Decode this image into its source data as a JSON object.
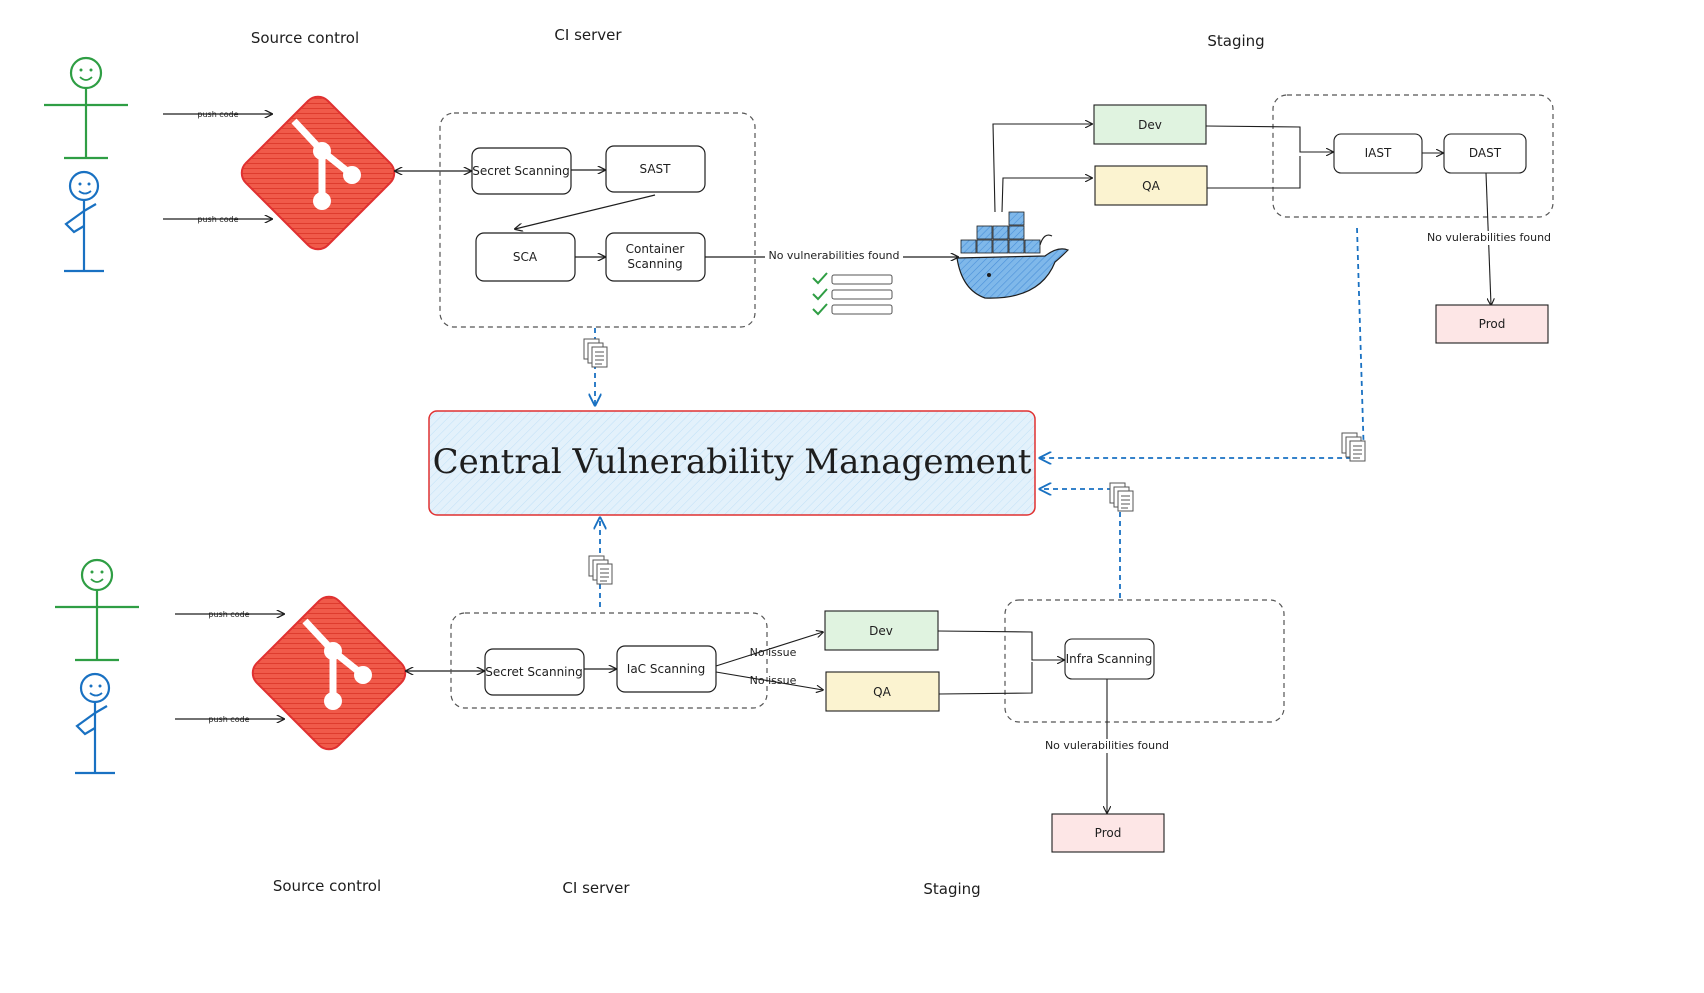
{
  "top": {
    "sections": {
      "source": "Source control",
      "ci": "CI server",
      "staging": "Staging"
    },
    "push_labels": [
      "push code",
      "push code"
    ],
    "ci_nodes": {
      "secret": "Secret Scanning",
      "sast": "SAST",
      "sca": "SCA",
      "container": [
        "Container",
        "Scanning"
      ]
    },
    "found_label": "No vulnerabilities found",
    "env": {
      "dev": "Dev",
      "qa": "QA"
    },
    "tests": {
      "iast": "IAST",
      "dast": "DAST"
    },
    "prod_label": "No vulerabilities found",
    "prod": "Prod"
  },
  "center": {
    "title": "Central Vulnerability Management"
  },
  "bottom": {
    "sections": {
      "source": "Source control",
      "ci": "CI server",
      "staging": "Staging"
    },
    "push_labels": [
      "push code",
      "push code"
    ],
    "ci_nodes": {
      "secret": "Secret Scanning",
      "iac": "IaC Scanning"
    },
    "issue_labels": [
      "No issue",
      "No issue"
    ],
    "env": {
      "dev": "Dev",
      "qa": "QA"
    },
    "infra": "Infra Scanning",
    "prod_label": "No vulerabilities found",
    "prod": "Prod"
  },
  "colors": {
    "git_red": "#e03131",
    "person_green": "#2f9e44",
    "person_blue": "#1971c2",
    "docker_blue": "#4a90d9",
    "dev_fill": "#e0f3e0",
    "qa_fill": "#fbf3d0",
    "prod_fill": "#fde6e6",
    "cvm_fill": "#e3f1fb",
    "cvm_border": "#e03131",
    "dashed_blue": "#1971c2"
  }
}
